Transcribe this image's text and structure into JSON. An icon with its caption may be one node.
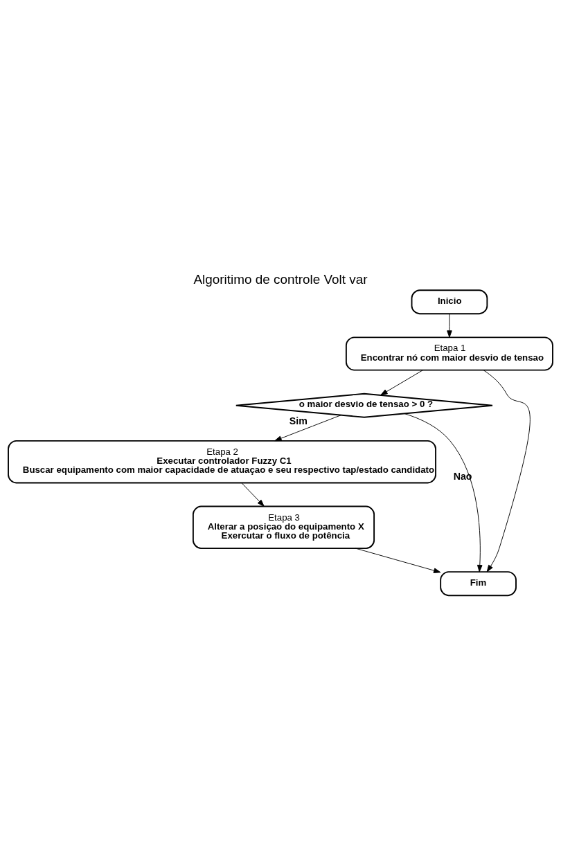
{
  "diagram": {
    "title": "Algoritimo de controle Volt var",
    "nodes": [
      {
        "text": [
          "Inicio"
        ]
      },
      {
        "text": [
          "Etapa 1",
          "Encontrar nó com maior desvio de tensao"
        ]
      },
      {
        "text": [
          "o maior desvio de tensao > 0 ?"
        ]
      },
      {
        "text": [
          "Etapa 2",
          "Executar controlador Fuzzy C1",
          "Buscar equipamento com maior capacidade de atuaçao e seu respectivo tap/estado candidato"
        ]
      },
      {
        "text": [
          "Etapa 3",
          "Alterar a posiçao do equipamento X",
          "Exercutar o fluxo de potência"
        ]
      },
      {
        "text": [
          "Fim"
        ]
      }
    ],
    "edges": [
      {
        "from": 0,
        "to": 1,
        "arrow": "to"
      },
      {
        "from": 1,
        "to": 2,
        "arrow": "to"
      },
      {
        "from": 2,
        "to": 3,
        "arrow": "to",
        "label": "Sim"
      },
      {
        "from": 3,
        "to": 4,
        "arrow": "to"
      },
      {
        "from": 4,
        "to": 5,
        "arrow": "to"
      },
      {
        "from": 2,
        "to": 5,
        "arrow": "to",
        "label": "Nao"
      },
      {
        "from": 1,
        "to": 5,
        "arrow": "to"
      }
    ]
  }
}
